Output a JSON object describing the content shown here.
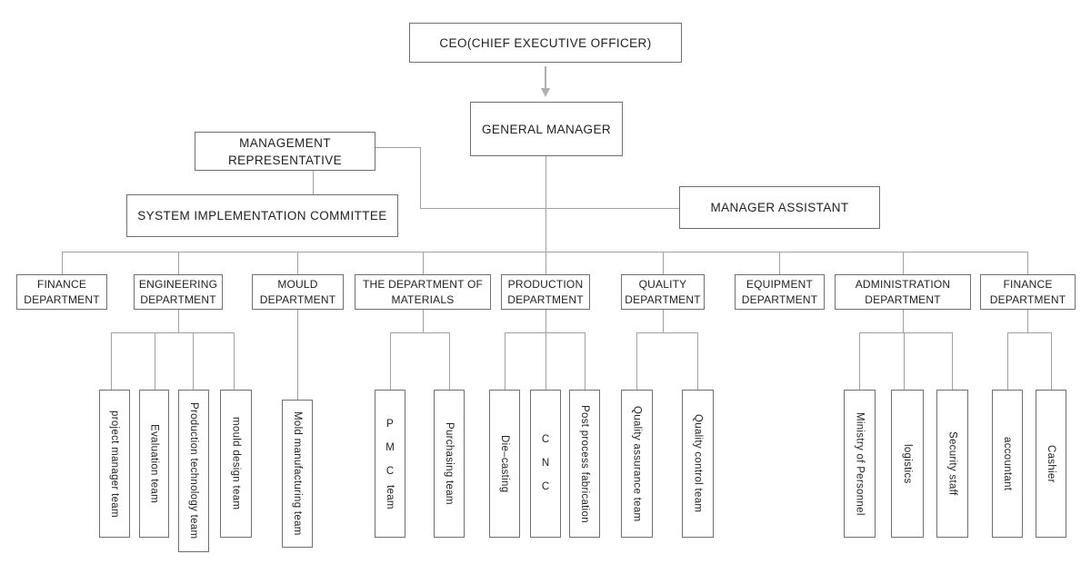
{
  "colors": {
    "box_border": "#6f6f6f",
    "connector": "#a0a0a0",
    "arrow": "#b0b0b0",
    "text": "#222222",
    "background": "#ffffff"
  },
  "nodes": {
    "ceo": "CEO(CHIEF EXECUTIVE OFFICER)",
    "general_manager": "GENERAL MANAGER",
    "management_representative": "MANAGEMENT REPRESENTATIVE",
    "system_implementation_committee": "SYSTEM IMPLEMENTATION COMMITTEE",
    "manager_assistant": "MANAGER ASSISTANT"
  },
  "departments": [
    {
      "label": "FINANCE DEPARTMENT"
    },
    {
      "label": "ENGINEERING DEPARTMENT"
    },
    {
      "label": "MOULD DEPARTMENT"
    },
    {
      "label": "THE DEPARTMENT OF MATERIALS"
    },
    {
      "label": "PRODUCTION DEPARTMENT"
    },
    {
      "label": "QUALITY DEPARTMENT"
    },
    {
      "label": "EQUIPMENT DEPARTMENT"
    },
    {
      "label": "ADMINISTRATION DEPARTMENT"
    },
    {
      "label": "FINANCE DEPARTMENT"
    }
  ],
  "teams": {
    "engineering": [
      {
        "label": "project manager team"
      },
      {
        "label": "Evaluation team"
      },
      {
        "label": "Production technology team"
      },
      {
        "label": "mould design team"
      }
    ],
    "mould": [
      {
        "label": "Mold manufacturing team"
      }
    ],
    "materials": [
      {
        "upright": "P M C",
        "label": "team"
      },
      {
        "label": "Purchasing team"
      }
    ],
    "production": [
      {
        "label": "Die–casting"
      },
      {
        "upright": "C N C",
        "label": ""
      },
      {
        "label": "Post process fabrication"
      }
    ],
    "quality": [
      {
        "label": "Quality assurance team"
      },
      {
        "label": "Quality control team"
      }
    ],
    "administration": [
      {
        "label": "Ministry of Personnel"
      },
      {
        "label": "logistics"
      },
      {
        "label": "Security staff"
      }
    ],
    "finance": [
      {
        "label": "accountant"
      },
      {
        "label": "Cashier"
      }
    ]
  }
}
